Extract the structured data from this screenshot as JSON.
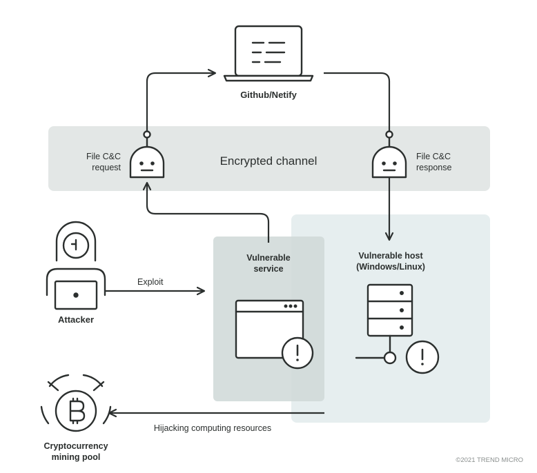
{
  "nodes": {
    "github": {
      "label": "Github/Netify"
    },
    "cc_request": {
      "label_line1": "File C&C",
      "label_line2": "request"
    },
    "cc_response": {
      "label_line1": "File C&C",
      "label_line2": "response"
    },
    "encrypted_channel": {
      "label": "Encrypted channel"
    },
    "attacker": {
      "label": "Attacker"
    },
    "vulnerable_service": {
      "label_line1": "Vulnerable",
      "label_line2": "service"
    },
    "vulnerable_host": {
      "label_line1": "Vulnerable host",
      "label_line2": "(Windows/Linux)"
    },
    "mining_pool": {
      "label_line1": "Cryptocurrency",
      "label_line2": "mining pool"
    }
  },
  "edges": {
    "exploit": {
      "label": "Exploit"
    },
    "hijacking": {
      "label": "Hijacking computing resources"
    }
  },
  "footer": {
    "copyright": "©2021 TREND MICRO"
  },
  "colors": {
    "stroke": "#2b2f2e",
    "channel_band": "#e3e7e6",
    "service_panel": "#cfd8d7",
    "host_panel": "#e6eeef",
    "copyright": "#8a8f8e"
  },
  "icons": {
    "github": "laptop-icon",
    "cc_request": "robot-icon",
    "cc_response": "robot-icon",
    "attacker": "hacker-icon",
    "vulnerable_service": "browser-window-icon",
    "vulnerable_host": "server-icon",
    "alert": "alert-icon",
    "mining_pool": "bitcoin-icon"
  }
}
